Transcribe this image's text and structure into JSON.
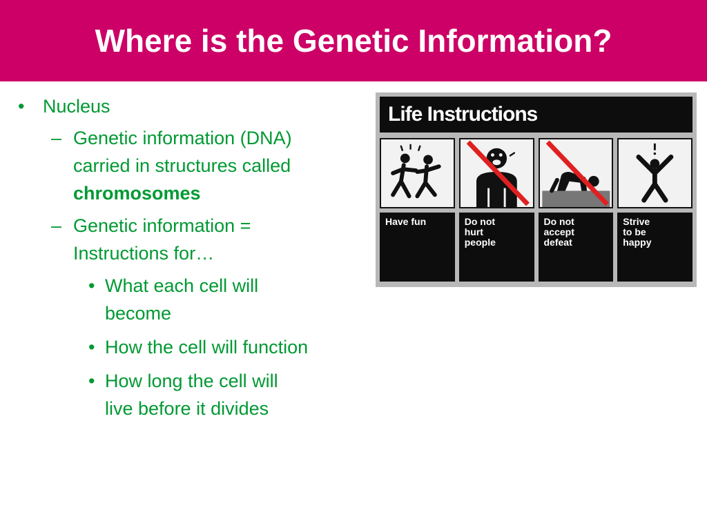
{
  "slide": {
    "title": "Where is the Genetic Information?",
    "bullets": {
      "b1": {
        "marker": "•",
        "text": "Nucleus"
      },
      "b2": {
        "marker": "–",
        "line1": "Genetic information (DNA)",
        "line2": "carried in structures called",
        "line3": "chromosomes"
      },
      "b3": {
        "marker": "–",
        "line1": "Genetic information =",
        "line2": "Instructions for…"
      },
      "b4": {
        "marker": "•",
        "line1": "What each cell will",
        "line2": "become"
      },
      "b5": {
        "marker": "•",
        "line1": "How the cell will function"
      },
      "b6": {
        "marker": "•",
        "line1": "How long the cell will",
        "line2": "live before it divides"
      }
    }
  },
  "poster": {
    "heading": "Life Instructions",
    "panels": [
      {
        "icon": "dancing-people-icon",
        "caption": [
          "Have fun"
        ]
      },
      {
        "icon": "crying-person-crossed-icon",
        "caption": [
          "Do not",
          "hurt",
          "people"
        ]
      },
      {
        "icon": "fallen-person-crossed-icon",
        "caption": [
          "Do not",
          "accept",
          "defeat"
        ]
      },
      {
        "icon": "jumping-person-icon",
        "caption": [
          "Strive",
          "to be",
          "happy"
        ]
      }
    ]
  },
  "colors": {
    "title_bar": "#cc0066",
    "text_green": "#009933",
    "prohibition_red": "#e02020"
  }
}
